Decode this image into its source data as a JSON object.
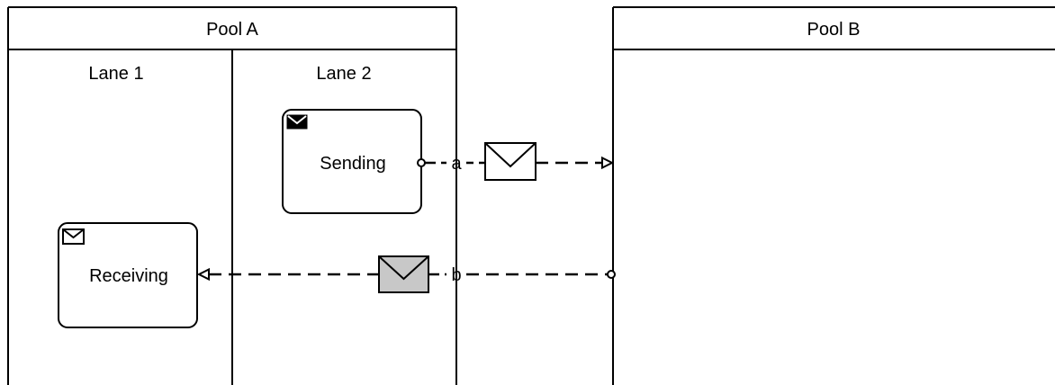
{
  "diagram": {
    "type": "bpmn-collaboration",
    "pools": [
      {
        "label": "Pool A",
        "lanes": [
          {
            "label": "Lane 1"
          },
          {
            "label": "Lane 2"
          }
        ]
      },
      {
        "label": "Pool B",
        "lanes": []
      }
    ],
    "tasks": [
      {
        "label": "Sending",
        "marker": "send-message-icon"
      },
      {
        "label": "Receiving",
        "marker": "receive-message-icon"
      }
    ],
    "message_flows": [
      {
        "label": "a",
        "from": "Sending",
        "to": "Pool B",
        "message_style": "non-initiating"
      },
      {
        "label": "b",
        "from": "Pool B",
        "to": "Receiving",
        "message_style": "initiating"
      }
    ],
    "colors": {
      "stroke": "#000000",
      "background": "#ffffff",
      "send_icon_fill": "#000000",
      "initiating_message_fill": "#c8c8c8"
    }
  }
}
